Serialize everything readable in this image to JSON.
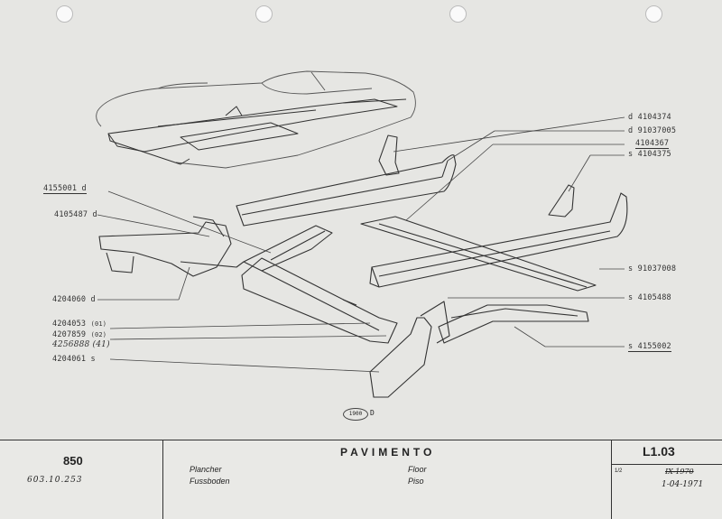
{
  "part_numbers": {
    "p4104374": "d 4104374",
    "p91037005": "d 91037005",
    "p4104367": "4104367",
    "p4104375": "s 4104375",
    "p4155001": "4155001 d",
    "p4105487": "4105487 d",
    "p91037008": "s 91037008",
    "p4204060": "4204060 d",
    "p4105488": "s 4105488",
    "p4204053": "4204053",
    "p4204053_note": "(01)",
    "p4207859": "4207859",
    "p4207859_note": "(02)",
    "p4256888": "4256888",
    "p4256888_note": "(41)",
    "p4155002": "s 4155002",
    "p4204061": "4204061 s"
  },
  "stamp": {
    "number": "1900",
    "suffix": "D"
  },
  "title_block": {
    "model": "850",
    "model_code": "603.10.253",
    "title": "PAVIMENTO",
    "fr": "Plancher",
    "de": "Fussboden",
    "en": "Floor",
    "es": "Piso",
    "page_code": "L1.03",
    "sheet": "1/2",
    "date_old": "IX-1970",
    "date_new": "1-04-1971"
  }
}
